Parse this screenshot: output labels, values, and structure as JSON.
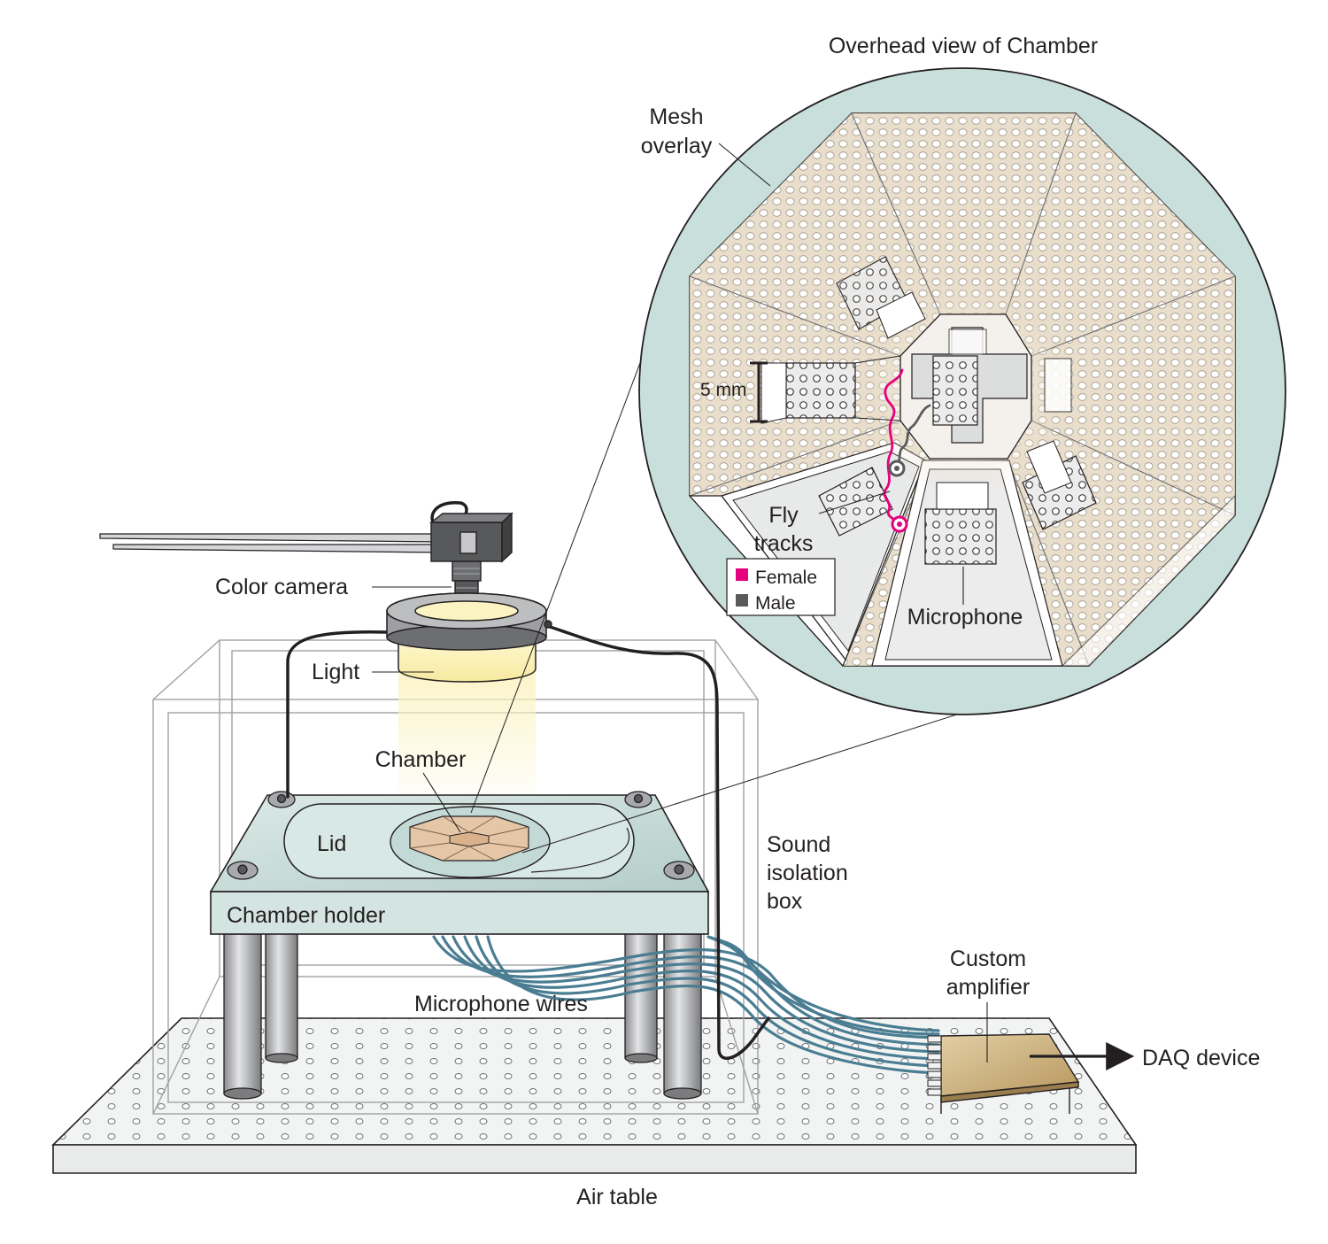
{
  "labels": {
    "overhead_title": "Overhead view of Chamber",
    "mesh_overlay_line1": "Mesh",
    "mesh_overlay_line2": "overlay",
    "scale_bar": "5 mm",
    "fly_tracks_line1": "Fly",
    "fly_tracks_line2": "tracks",
    "legend_female": "Female",
    "legend_male": "Male",
    "microphone": "Microphone",
    "color_camera": "Color camera",
    "light": "Light",
    "chamber": "Chamber",
    "lid": "Lid",
    "chamber_holder": "Chamber holder",
    "sound_isolation_line1": "Sound",
    "sound_isolation_line2": "isolation",
    "sound_isolation_line3": "box",
    "microphone_wires": "Microphone wires",
    "custom_amplifier_line1": "Custom",
    "custom_amplifier_line2": "amplifier",
    "daq_device": "DAQ device",
    "air_table": "Air table"
  },
  "colors": {
    "female_track": "#e6007e",
    "male_track": "#58595b",
    "chamber_teal": "#c7dcd8",
    "wire_blue": "#4a7d92",
    "amplifier_tan": "#c9ad7a"
  }
}
